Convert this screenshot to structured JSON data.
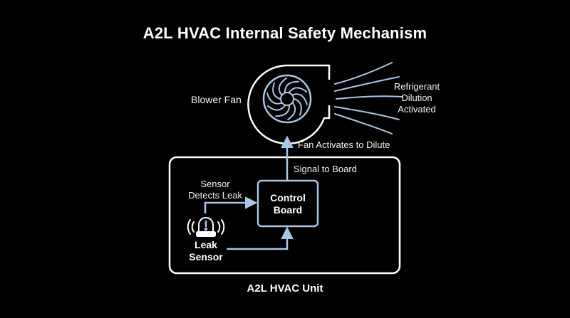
{
  "title": "A2L HVAC Internal Safety Mechanism",
  "unit_label": "A2L HVAC Unit",
  "blower_label": "Blower Fan",
  "dilution_lines": [
    "Refrigerant",
    "Dilution",
    "Activated"
  ],
  "fan_action_label": "Fan Activates to Dilute",
  "signal_label": "Signal to Board",
  "sensor_detect_lines": [
    "Sensor",
    "Detects Leak"
  ],
  "control_board_lines": [
    "Control",
    "Board"
  ],
  "leak_sensor_lines": [
    "Leak",
    "Sensor"
  ],
  "colors": {
    "background": "#000000",
    "outline": "#ffffff",
    "accent": "#a9c6e6"
  }
}
